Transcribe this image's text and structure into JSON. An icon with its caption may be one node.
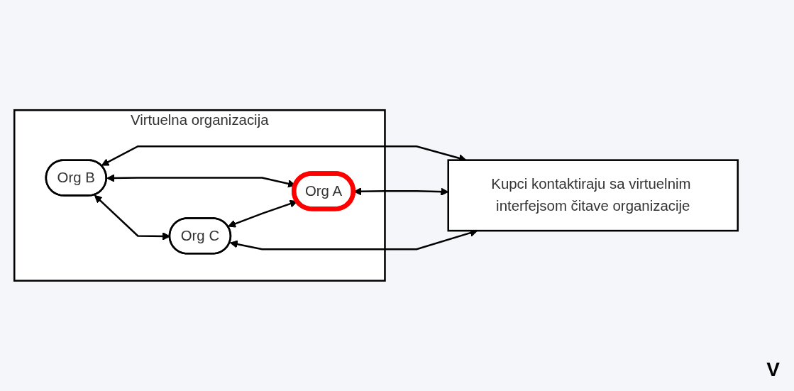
{
  "diagram": {
    "nodes": [
      {
        "text": [
          "Virtuelna organizacija"
        ]
      },
      {
        "text": [
          "Org B"
        ],
        "in": 0
      },
      {
        "text": [
          "Org A"
        ],
        "in": 0
      },
      {
        "text": [
          "Org C"
        ],
        "in": 0
      },
      {
        "text": [
          "Kupci kontaktiraju sa virtuelnim interfejsom čitave organizacije"
        ]
      }
    ],
    "edges": [
      {
        "from": 1,
        "to": 4,
        "arrow": "both"
      },
      {
        "from": 1,
        "to": 2,
        "arrow": "both"
      },
      {
        "from": 1,
        "to": 3,
        "arrow": "both"
      },
      {
        "from": 3,
        "to": 2,
        "arrow": "both"
      },
      {
        "from": 2,
        "to": 4,
        "arrow": "both"
      },
      {
        "from": 3,
        "to": 4,
        "arrow": "both"
      }
    ],
    "labels": [
      "V"
    ]
  }
}
